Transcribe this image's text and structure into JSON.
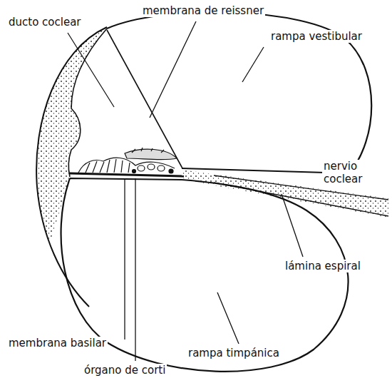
{
  "diagram": {
    "labels": [
      "ducto coclear",
      "membrana de reissner",
      "rampa vestibular",
      "nervio coclear",
      "lámina espiral",
      "membrana basilar",
      "órgano de corti",
      "rampa timpánica"
    ]
  }
}
